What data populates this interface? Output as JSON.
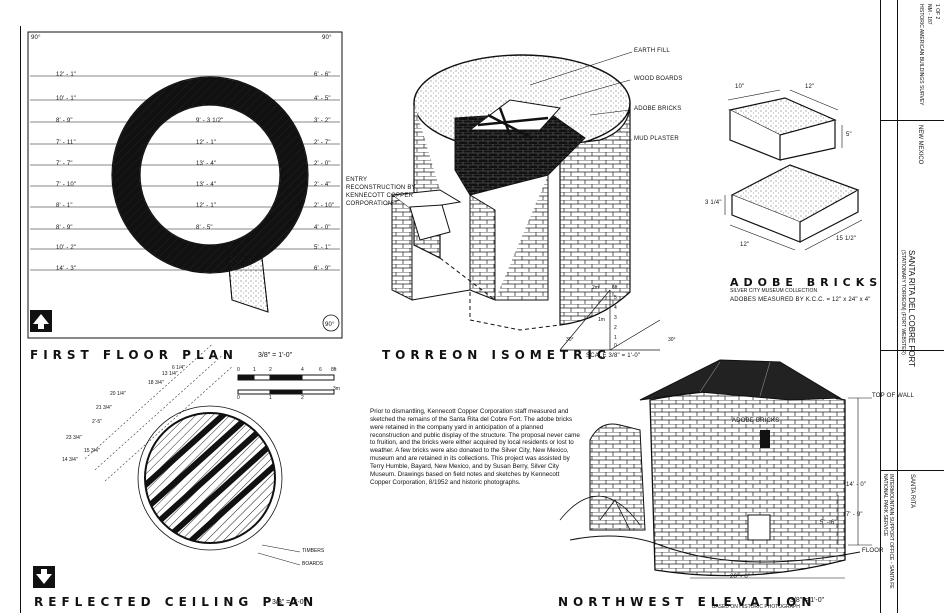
{
  "first_floor": {
    "title": "FIRST FLOOR PLAN",
    "scale": "3/8\" = 1'-0\"",
    "corner_label": "90°",
    "left_dims": [
      "12' - 1\"",
      "10' - 1\"",
      "8' - 9\"",
      "7' - 11\"",
      "7' - 7\"",
      "7' - 10\"",
      "8' - 1\"",
      "8' - 9\"",
      "10' - 2\"",
      "14' - 3\""
    ],
    "center_dims": [
      "9' - 3 1/2\"",
      "12' - 1\"",
      "13' - 4\"",
      "13' - 4\"",
      "12' - 1\"",
      "8' - 5\""
    ],
    "right_dims": [
      "6' - 6\"",
      "4' - 5\"",
      "3' - 2\"",
      "2' - 7\"",
      "2' - 0\"",
      "2' - 4\"",
      "2' - 10\"",
      "4' - 0\"",
      "5' - 1\"",
      "6' - 9\""
    ]
  },
  "isometric": {
    "title": "TORREON ISOMETRIC",
    "labels": {
      "earth_fill": "EARTH FILL",
      "wood_boards": "WOOD BOARDS",
      "adobe_bricks": "ADOBE BRICKS",
      "mud_plaster": "MUD PLASTER",
      "entry": "ENTRY RECONSTRUCTION BY KENNECOTT COPPER CORPORATION"
    },
    "scale": "SCALE 3/8\" = 1'-0\"",
    "scale_marks": [
      "6ft",
      "2m",
      "5",
      "4",
      "3",
      "1m",
      "2",
      "1",
      "0",
      "30°"
    ]
  },
  "adobe": {
    "title": "ADOBE BRICKS",
    "subtitle": "SILVER CITY MUSEUM COLLECTION",
    "measured": "ADOBES MEASURED BY K.C.C. = 12\" x 24\" x 4\"",
    "dims": [
      "10\"",
      "12\"",
      "5\"",
      "3 1/4\"",
      "12\"",
      "15 1/2\""
    ]
  },
  "ceiling": {
    "title": "REFLECTED CEILING PLAN",
    "scale": "3/8\" = 1'-0\"",
    "dims": [
      "6 1/4\"",
      "13 1/4\"",
      "18 3/4\"",
      "20 1/4\"",
      "21 3/4\"",
      "2'-5\"",
      "23 3/4\"",
      "15 3/4\"",
      "14 3/4\""
    ],
    "labels": [
      "TIMBERS",
      "BOARDS"
    ]
  },
  "bar_scale": {
    "ft_marks": [
      "0",
      "1",
      "2",
      "4",
      "6",
      "8ft"
    ],
    "m_marks": [
      "0",
      "1",
      "2",
      "3m"
    ]
  },
  "note": "Prior to dismantling, Kennecott Copper Corporation staff measured and sketched the remains of the Santa Rita del Cobre Fort. The adobe bricks were retained in the company yard in anticipation of a planned reconstruction and public display of the structure. The proposal never came to fruition, and the bricks were either acquired by local residents or lost to weather. A few bricks were also donated to the Silver City, New Mexico, museum and are retained in its collections. This project was assisted by Terry Humble, Bayard, New Mexico, and by Susan Berry, Silver City Museum. Drawings based on field notes and sketches by Kennecott Copper Corporation, 8/1952 and historic photographs.",
  "elevation": {
    "title": "NORTHWEST ELEVATION",
    "scale": "3/8\" = 1'-0\"",
    "subtitle": "BASED ON HISTORIC PHOTOGRAPH",
    "labels": [
      "TOP OF WALL",
      "ADOBE BRICKS",
      "FLOOR"
    ],
    "dims": [
      "14' - 0\"",
      "5' - 6\"",
      "7' - 9\"",
      "20' - 0\""
    ]
  },
  "title_block": {
    "name": "SANTA RITA DEL COBRE FORT",
    "sub": "(STATIONARY TORREON) (FORT WEBSTER)",
    "place": "SANTA RITA",
    "state": "NEW MEXICO",
    "agency": "HISTORIC AMERICAN BUILDINGS SURVEY",
    "survey_no": "NM - 187",
    "sheet": "1 OF 2",
    "office": "INTERMOUNTAIN SUPPORT OFFICE - SANTA FE",
    "footer": "NATIONAL PARK SERVICE"
  }
}
